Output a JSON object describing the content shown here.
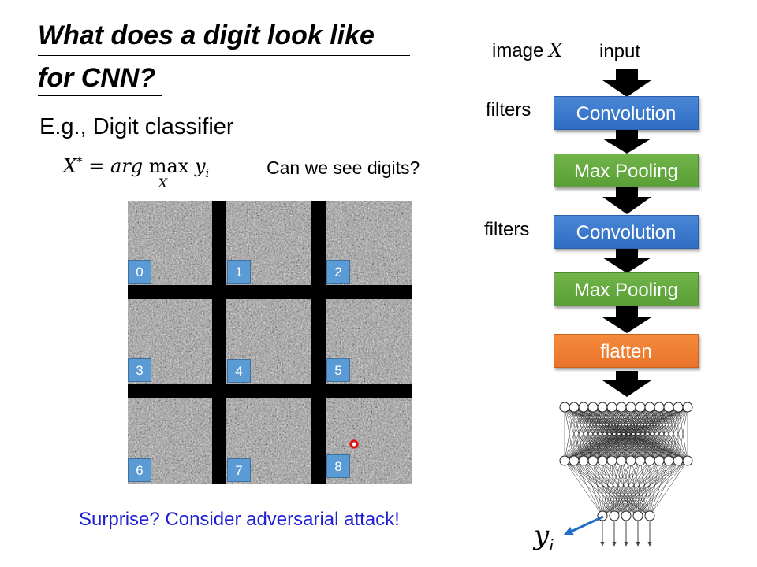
{
  "slide": {
    "title_line1": "What does a digit look like",
    "title_line2": "for CNN?",
    "example": "E.g., Digit classifier",
    "formula": {
      "lhs": "X",
      "star": "*",
      "eq": " = ",
      "argmax": "arg ",
      "max": "max",
      "under": "X",
      "y": " y",
      "sub": "i"
    },
    "question": "Can we see digits?",
    "surprise": "Surprise? Consider adversarial attack!",
    "digits": [
      "0",
      "1",
      "2",
      "3",
      "4",
      "5",
      "6",
      "7",
      "8"
    ]
  },
  "pipeline": {
    "image_label": "image ",
    "image_var": "X",
    "input_label": "input",
    "filters_label_1": "filters",
    "filters_label_2": "filters",
    "blocks": [
      "Convolution",
      "Max Pooling",
      "Convolution",
      "Max Pooling",
      "flatten"
    ],
    "output_var": "y",
    "output_sub": "i"
  },
  "colors": {
    "convolution": "#3f7fd0",
    "max_pooling": "#65a843",
    "flatten": "#ee7d31",
    "surprise_text": "#1f1fd4",
    "digit_box": "#5b9bd5"
  }
}
